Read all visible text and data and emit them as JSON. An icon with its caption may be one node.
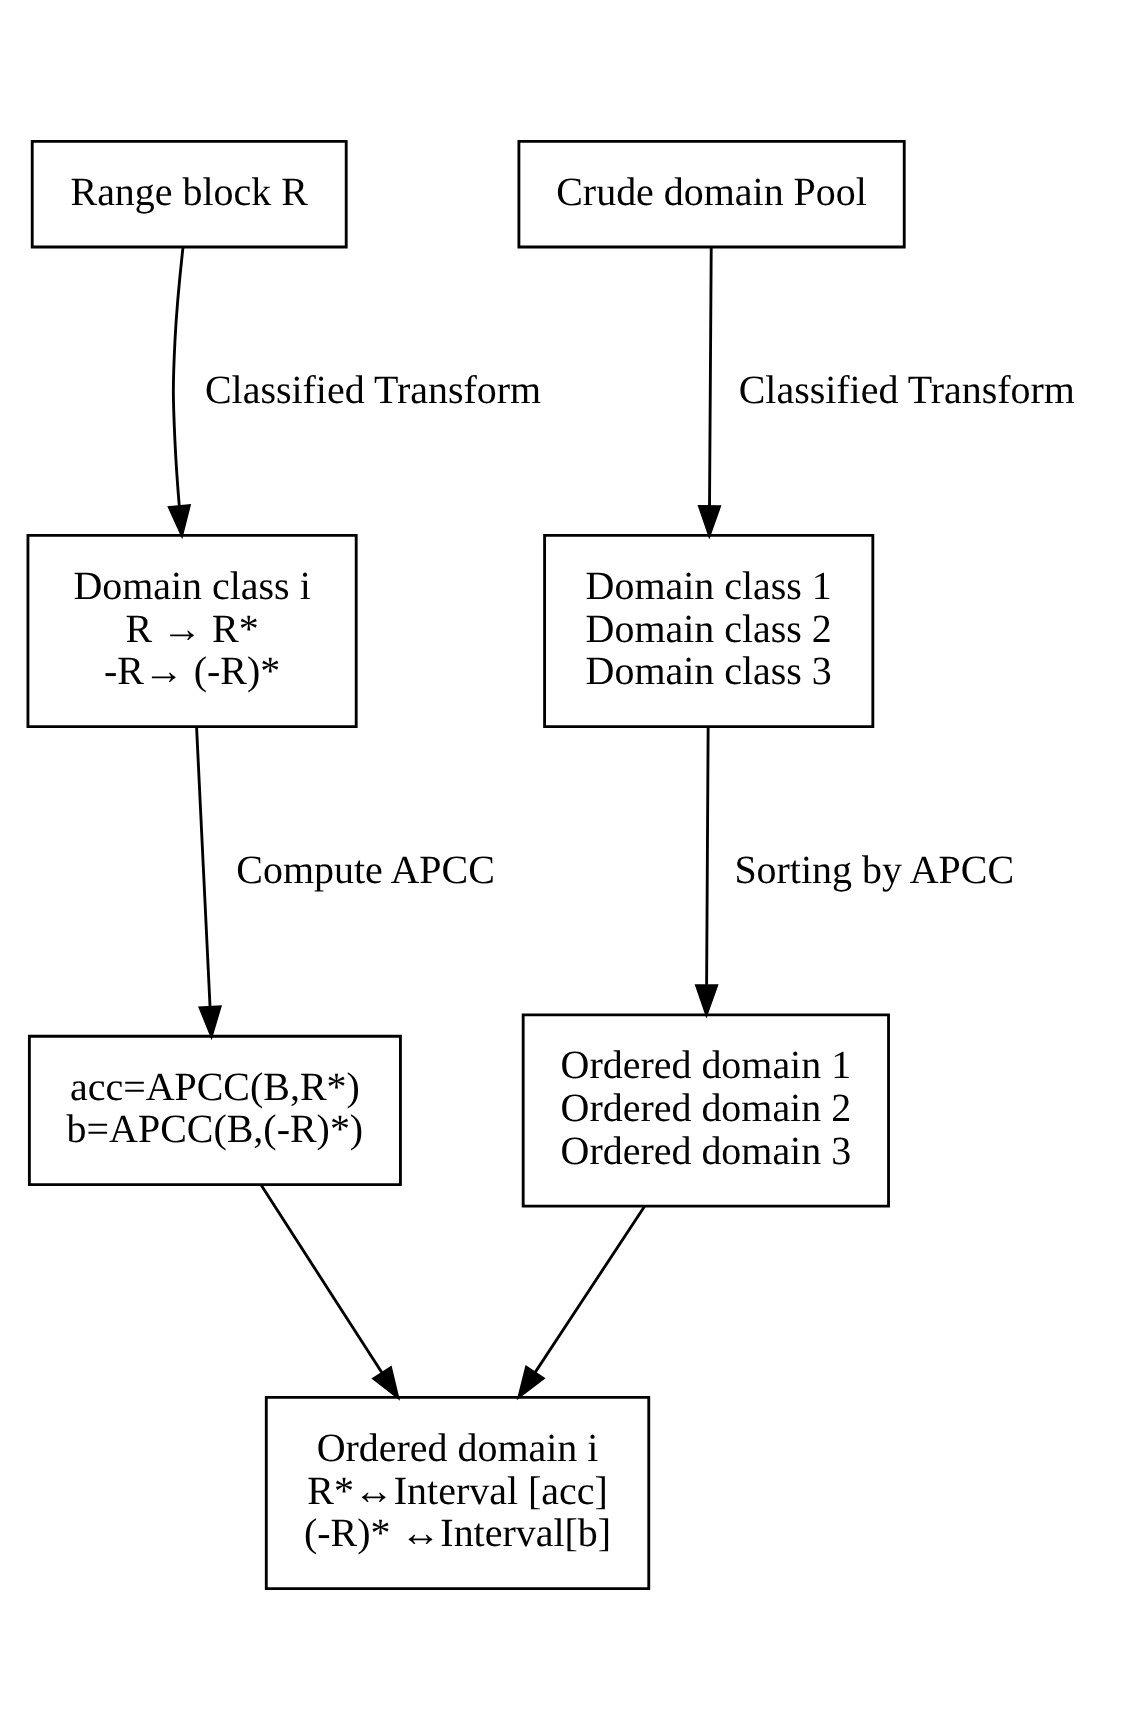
{
  "diagram": {
    "nodes": [
      {
        "text": [
          "Range block R"
        ]
      },
      {
        "text": [
          "Crude domain Pool"
        ]
      },
      {
        "text": [
          "Domain class i",
          "R → R*",
          "-R→ (-R)*"
        ]
      },
      {
        "text": [
          "Domain class 1",
          "Domain class 2",
          "Domain class 3"
        ]
      },
      {
        "text": [
          "acc=APCC(B,R*)",
          "b=APCC(B,(-R)*)"
        ]
      },
      {
        "text": [
          "Ordered domain 1",
          "Ordered domain 2",
          "Ordered domain 3"
        ]
      },
      {
        "text": [
          "Ordered domain i",
          "R*↔Interval [acc]",
          "(-R)* ↔Interval[b]"
        ]
      }
    ],
    "edges": [
      {
        "from": 0,
        "to": 2,
        "arrow": "to",
        "label": "Classified Transform"
      },
      {
        "from": 1,
        "to": 3,
        "arrow": "to",
        "label": "Classified Transform"
      },
      {
        "from": 2,
        "to": 4,
        "arrow": "to",
        "label": "Compute APCC"
      },
      {
        "from": 3,
        "to": 5,
        "arrow": "to",
        "label": "Sorting by APCC"
      },
      {
        "from": 4,
        "to": 6,
        "arrow": "to"
      },
      {
        "from": 5,
        "to": 6,
        "arrow": "to"
      }
    ]
  }
}
